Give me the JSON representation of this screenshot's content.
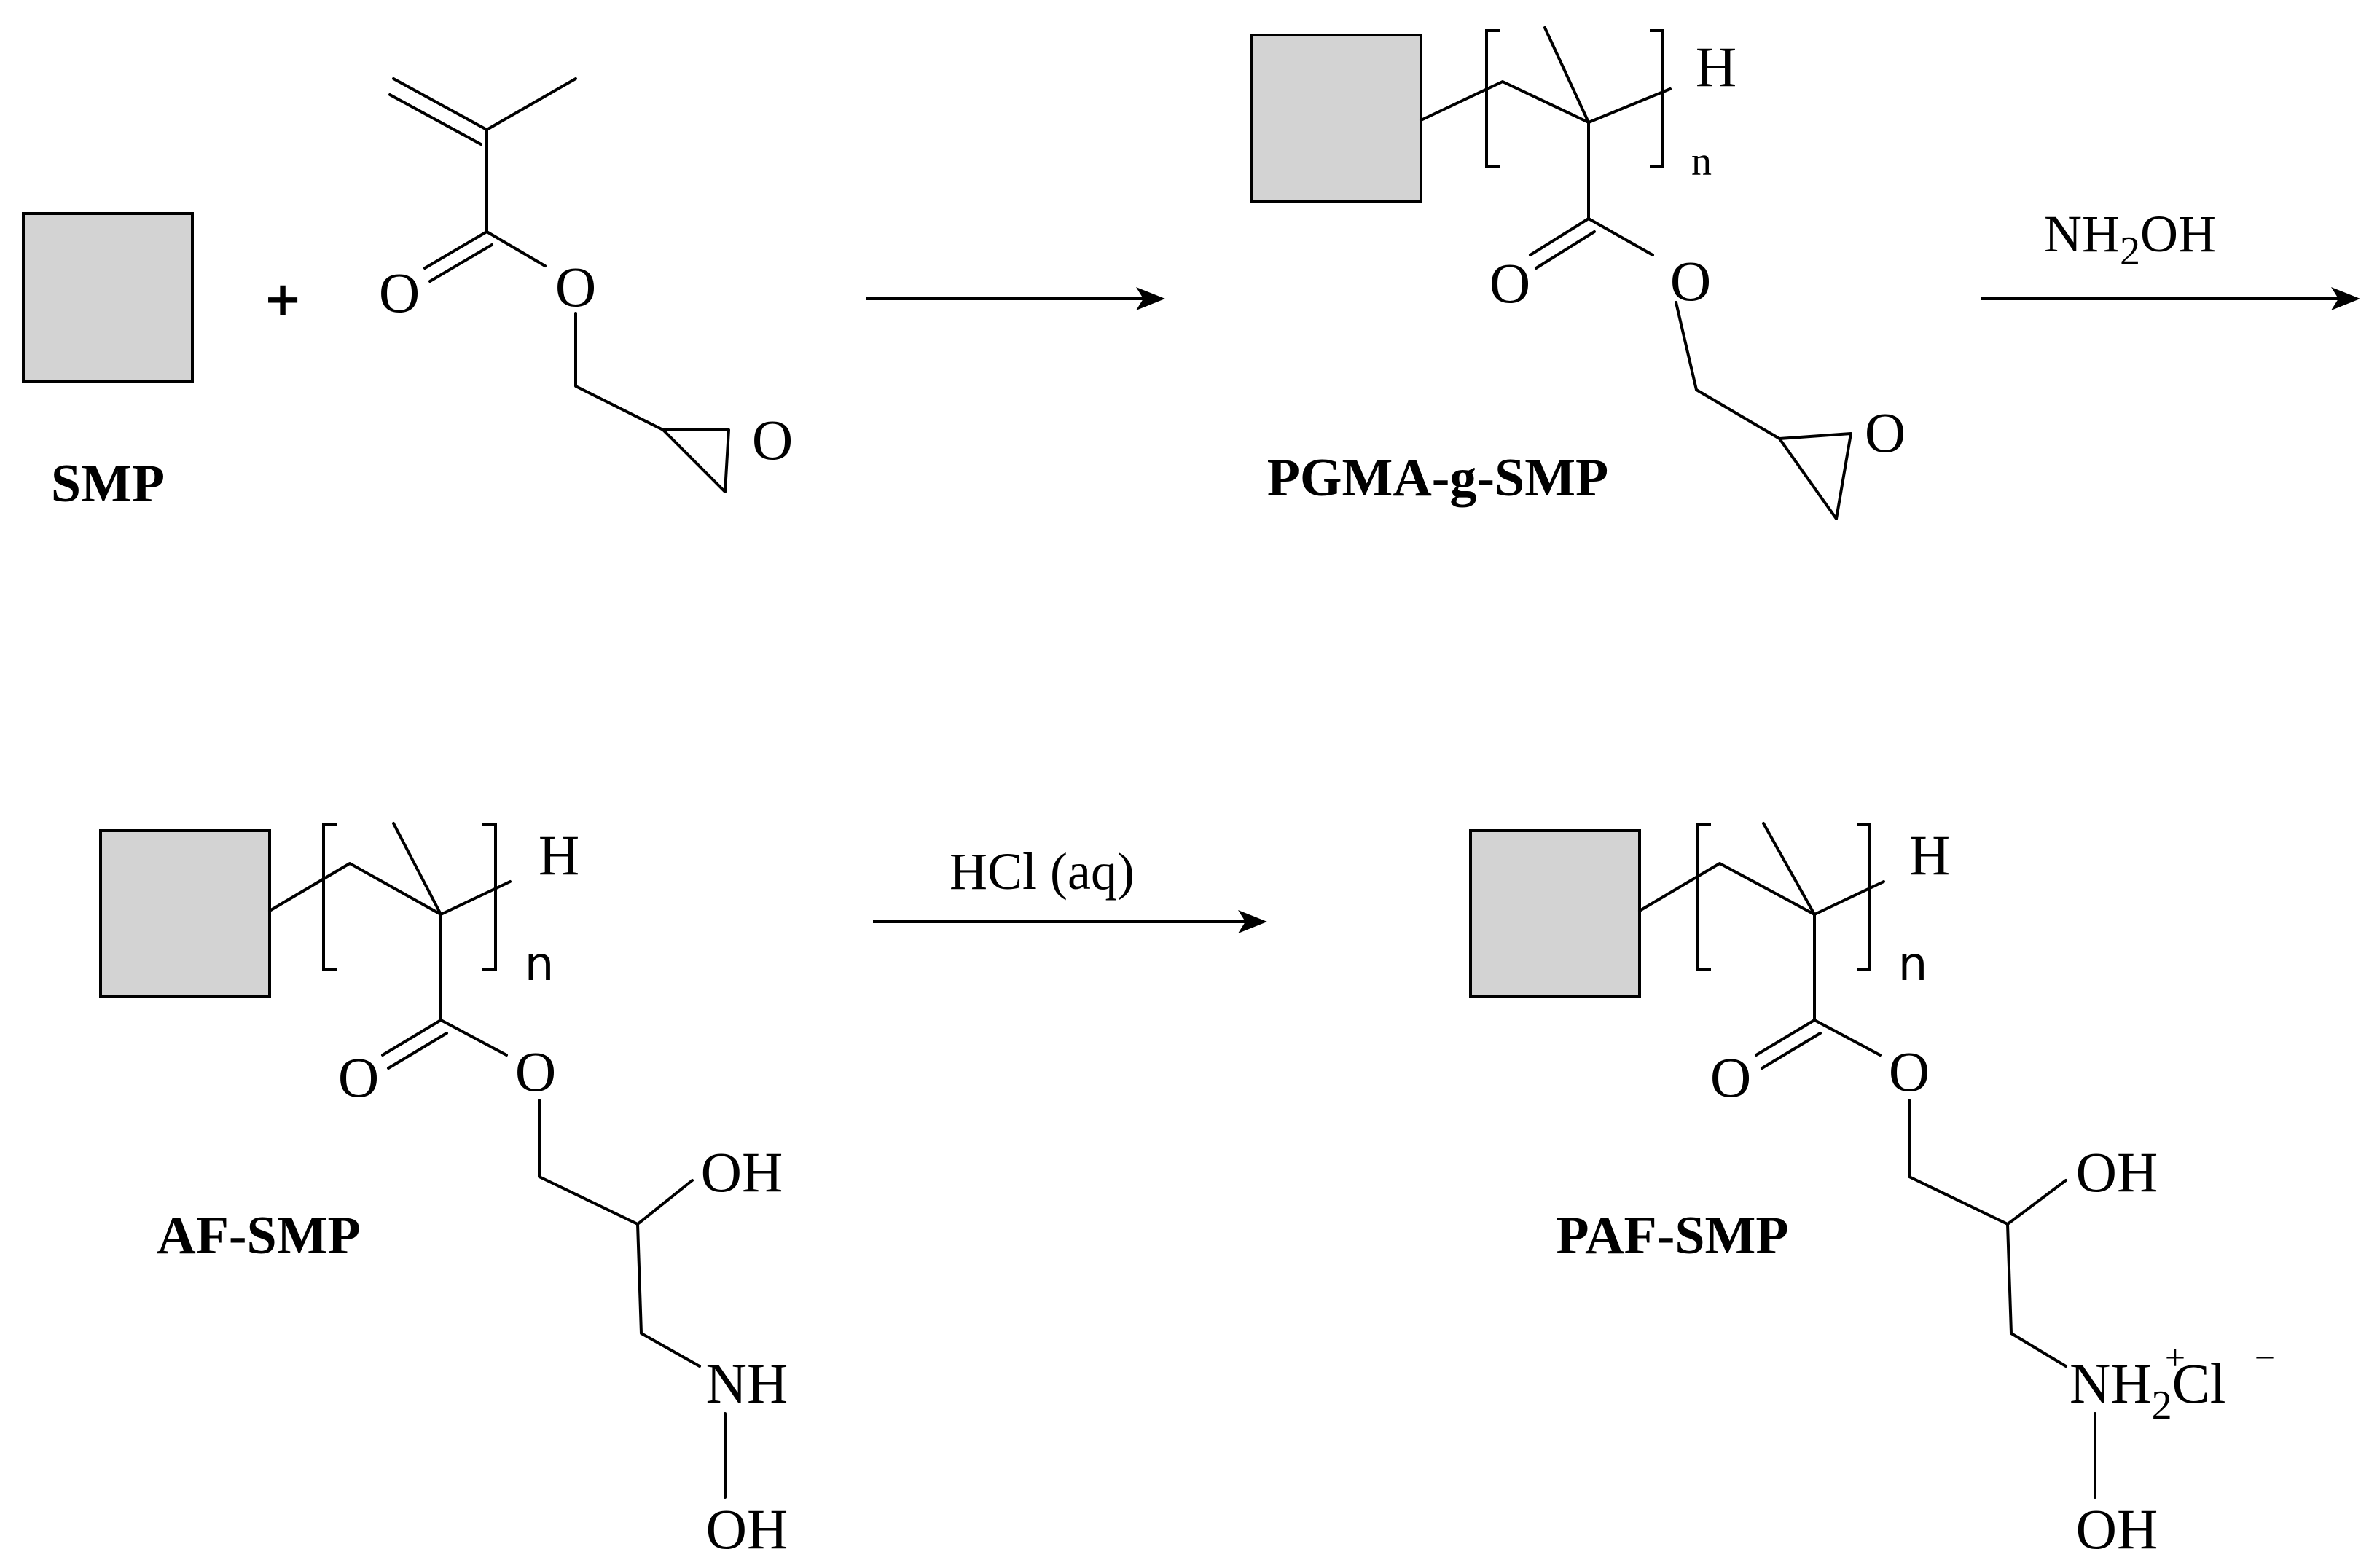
{
  "compounds": {
    "smp": {
      "label": "SMP"
    },
    "gma": {
      "carbonyl_o": "O",
      "ester_o": "O",
      "epoxide_o": "O"
    },
    "pgma_g_smp": {
      "label": "PGMA-g-SMP",
      "end_h": "H",
      "repeat_n": "n",
      "carbonyl_o": "O",
      "ester_o": "O",
      "epoxide_o": "O"
    },
    "af_smp": {
      "label": "AF-SMP",
      "end_h": "H",
      "repeat_n": "n",
      "carbonyl_o": "O",
      "ester_o": "O",
      "hydroxyl": "OH",
      "amine": "NH",
      "n_hydroxyl": "OH"
    },
    "paf_smp": {
      "label": "PAF-SMP",
      "end_h": "H",
      "repeat_n": "n",
      "carbonyl_o": "O",
      "ester_o": "O",
      "hydroxyl": "OH",
      "ammonium_nh": "NH",
      "ammonium_sub": "2",
      "ammonium_charge": "+",
      "counter_ion": "Cl",
      "counter_charge": "−",
      "n_hydroxyl": "OH"
    }
  },
  "plus_sign": "+",
  "reactions": [
    {
      "reagent": ""
    },
    {
      "reagent_main": "NH",
      "reagent_sub": "2",
      "reagent_tail": "OH"
    },
    {
      "reagent": "HCl (aq)"
    }
  ]
}
